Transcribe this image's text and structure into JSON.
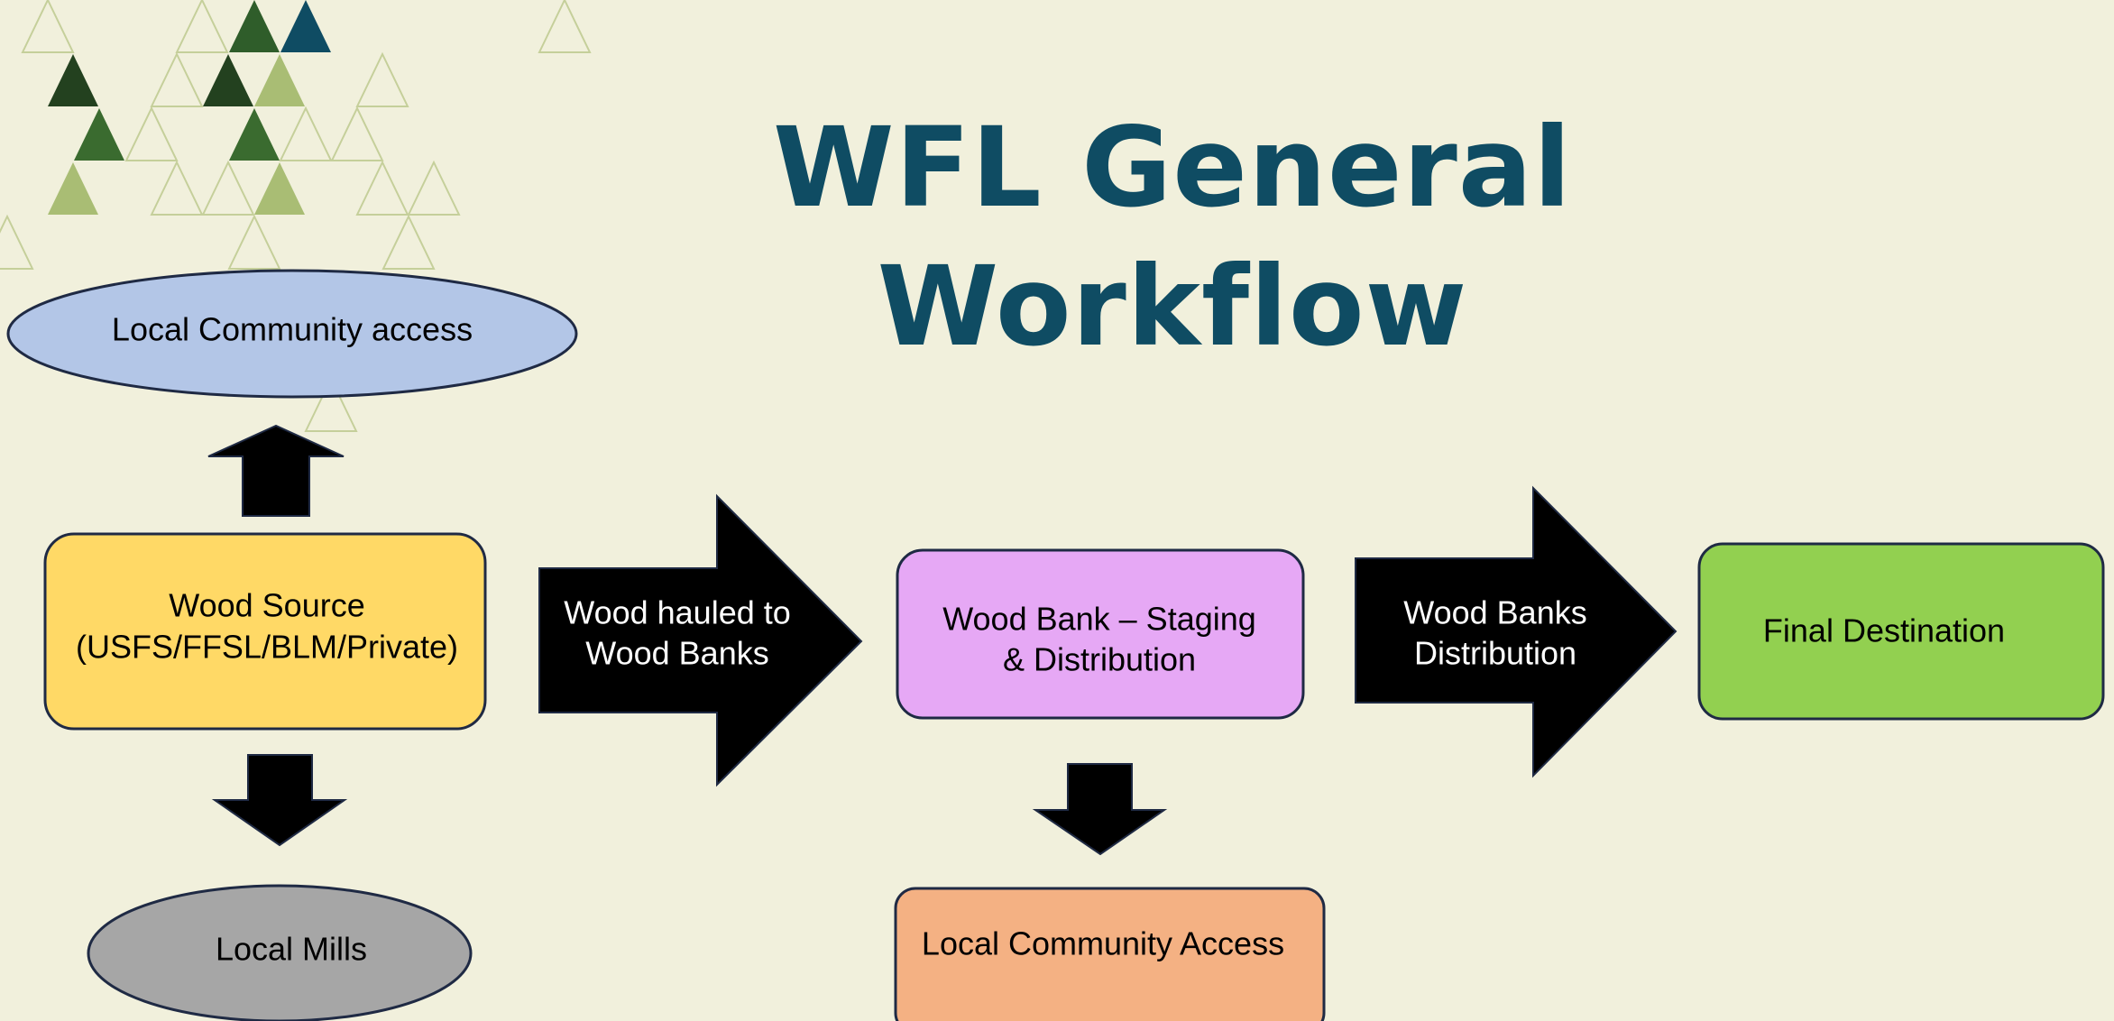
{
  "title": {
    "line1": "WFL General",
    "line2": "Workflow"
  },
  "nodes": {
    "community_access_top": "Local Community access",
    "wood_source_line1": "Wood Source",
    "wood_source_line2": "(USFS/FFSL/BLM/Private)",
    "local_mills": "Local Mills",
    "wood_bank_line1": "Wood Bank – Staging",
    "wood_bank_line2": "& Distribution",
    "community_access_bottom": "Local Community Access",
    "final_destination": "Final Destination"
  },
  "arrows": {
    "hauled_line1": "Wood hauled to",
    "hauled_line2": "Wood Banks",
    "distribution_line1": "Wood Banks",
    "distribution_line2": "Distribution"
  },
  "colors": {
    "background": "#f1f0dc",
    "title": "#0f4c63",
    "community_access_top": "#b3c6e7",
    "wood_source": "#ffd966",
    "local_mills": "#a6a6a6",
    "wood_bank": "#e6a8f5",
    "community_access_bottom": "#f4b183",
    "final_destination": "#92d050",
    "arrow": "#000000"
  }
}
